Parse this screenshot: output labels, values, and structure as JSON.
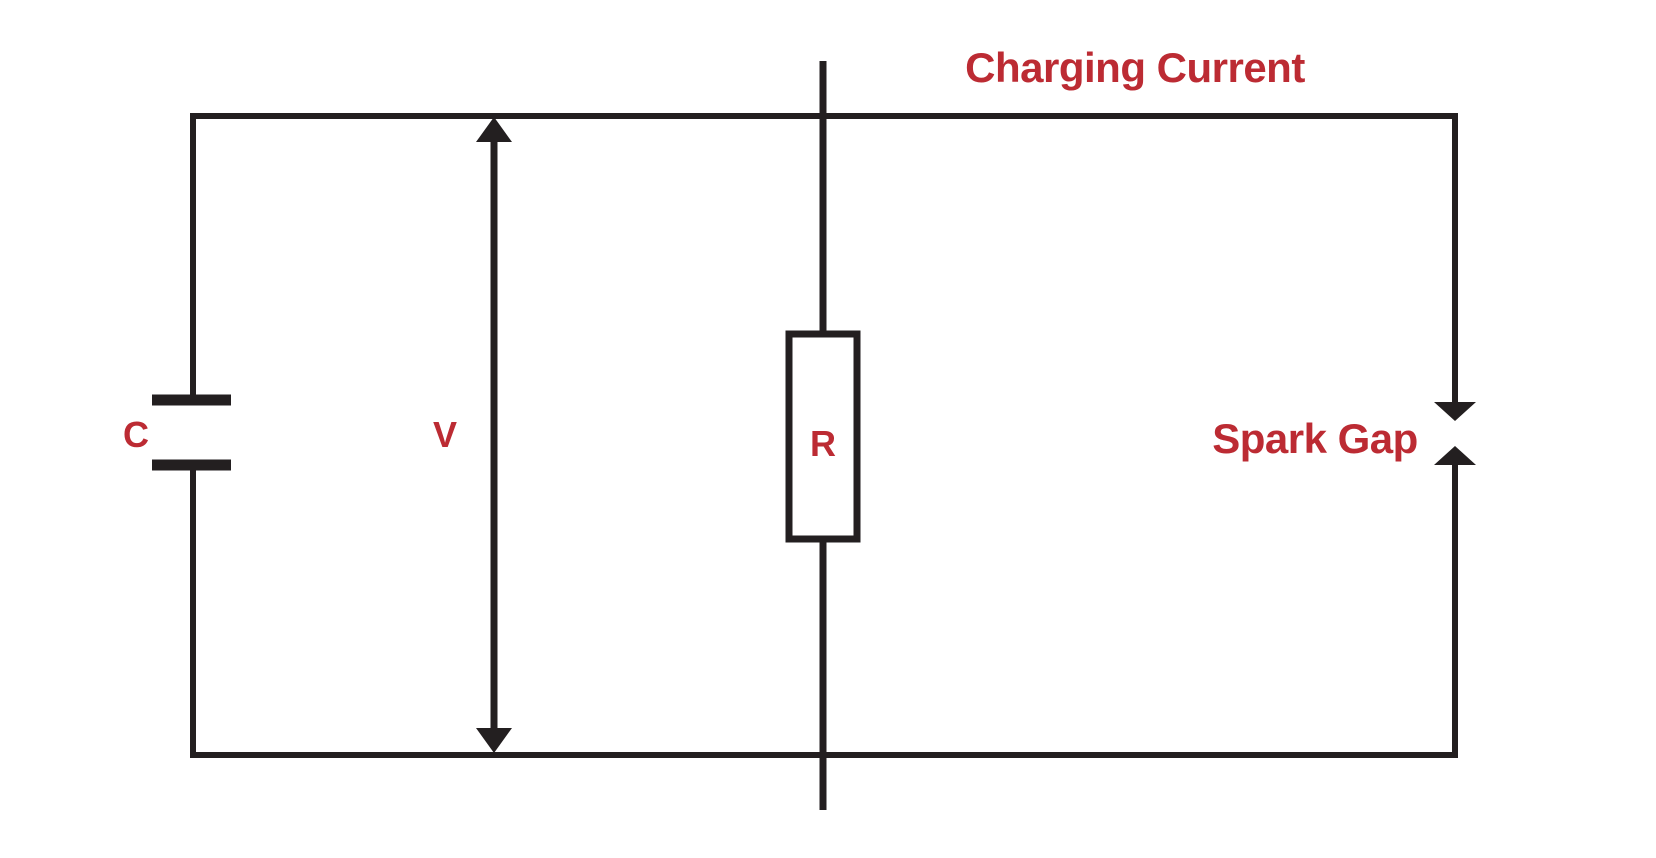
{
  "diagram": {
    "type": "circuit-schematic",
    "description": "Capacitor, resistor and spark gap connected in parallel with a voltage arrow",
    "labels": {
      "charging_current": "Charging Current",
      "capacitor": "C",
      "voltage": "V",
      "resistor": "R",
      "spark_gap": "Spark Gap"
    },
    "components": [
      {
        "name": "capacitor",
        "label": "C"
      },
      {
        "name": "voltage-arrow",
        "label": "V"
      },
      {
        "name": "resistor",
        "label": "R"
      },
      {
        "name": "spark-gap",
        "label": "Spark Gap"
      },
      {
        "name": "charging-current",
        "label": "Charging Current"
      }
    ],
    "colors": {
      "wire": "#231f20",
      "label": "#bc2b33",
      "background": "#ffffff"
    }
  }
}
